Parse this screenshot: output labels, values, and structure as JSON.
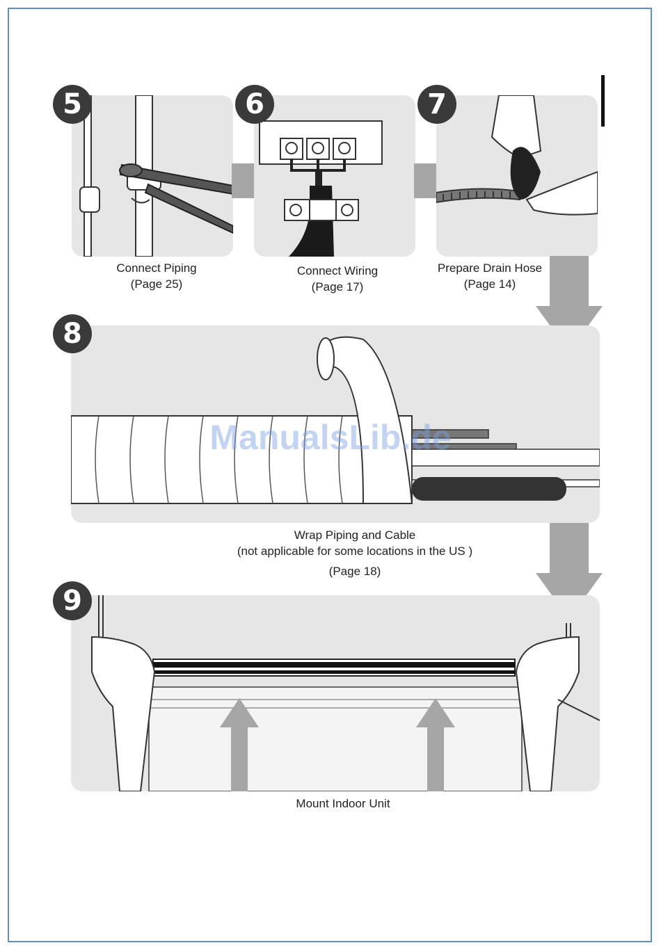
{
  "steps": [
    {
      "number": "5",
      "caption_line1": "Connect Piping",
      "caption_line2": "(Page 25)"
    },
    {
      "number": "6",
      "caption_line1": "Connect Wiring",
      "caption_line2": "(Page 17)"
    },
    {
      "number": "7",
      "caption_line1": "Prepare Drain Hose",
      "caption_line2": "(Page 14)"
    },
    {
      "number": "8",
      "caption_line1": "Wrap Piping and Cable",
      "caption_line2": "(not applicable for some locations in the US )",
      "caption_line3": "(Page 18)"
    },
    {
      "number": "9",
      "caption_line1": "Mount Indoor Unit"
    }
  ],
  "watermark": "ManualsLib.de",
  "colors": {
    "panel": "#e6e6e6",
    "badge": "#3a3a3a",
    "arrow": "#a6a6a6",
    "frame": "#5b8fd0"
  }
}
